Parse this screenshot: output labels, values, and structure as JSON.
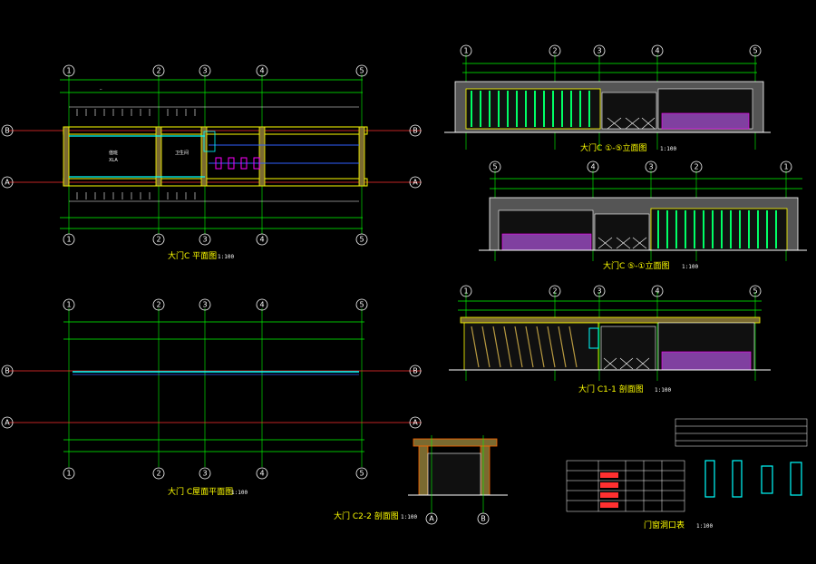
{
  "drawing_titles": {
    "plan": {
      "name": "大门C 平面图",
      "scale": "1:100"
    },
    "roof_plan": {
      "name": "大门 C屋面平面图",
      "scale": "1:100"
    },
    "elev_1_5": {
      "name": "大门C ①-⑤立面图",
      "scale": "1:100"
    },
    "elev_5_1": {
      "name": "大门C ⑤-①立面图",
      "scale": "1:100"
    },
    "section_1_1": {
      "name": "大门 C1-1 剖面图",
      "scale": "1:100"
    },
    "section_2_2": {
      "name": "大门 C2-2 剖面图",
      "scale": "1:100"
    },
    "schedule": {
      "name": "门窗洞口表",
      "scale": "1:100"
    }
  },
  "axes": {
    "vertical": [
      "1",
      "2",
      "3",
      "4",
      "5"
    ],
    "vertical_reversed": [
      "5",
      "4",
      "3",
      "2",
      "1"
    ],
    "horizontal": [
      "B",
      "A"
    ]
  },
  "room_labels": {
    "guard": "值班",
    "guard_code": "XLA",
    "toilet": "卫生间"
  },
  "colors": {
    "background": "#000000",
    "text": "#ffff00",
    "dim": "#00ff00",
    "wall": "#ffff00",
    "glass": "#00ffff",
    "accent": "#ff00ff",
    "axis": "#ff3030",
    "white": "#ffffff"
  }
}
